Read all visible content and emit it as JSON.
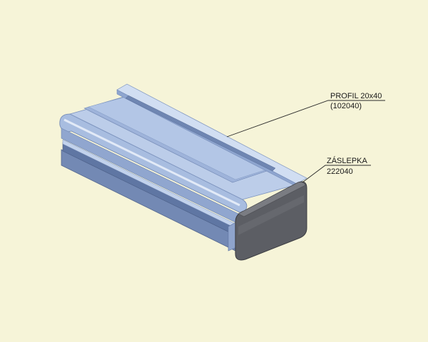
{
  "callouts": {
    "profile": {
      "name": "PROFIL 20x40",
      "code": "(102040)"
    },
    "cap": {
      "name": "ZÁSLEPKA",
      "code": "222040"
    }
  },
  "colors": {
    "background": "#f6f4d8",
    "profile_top": "#b9cbe8",
    "profile_light": "#d4e0f2",
    "profile_mid": "#98afd6",
    "profile_dark": "#6f87b4",
    "cap": "#5b5d63",
    "cap_edge": "#3c3d42",
    "leader": "#2a2a2a"
  }
}
